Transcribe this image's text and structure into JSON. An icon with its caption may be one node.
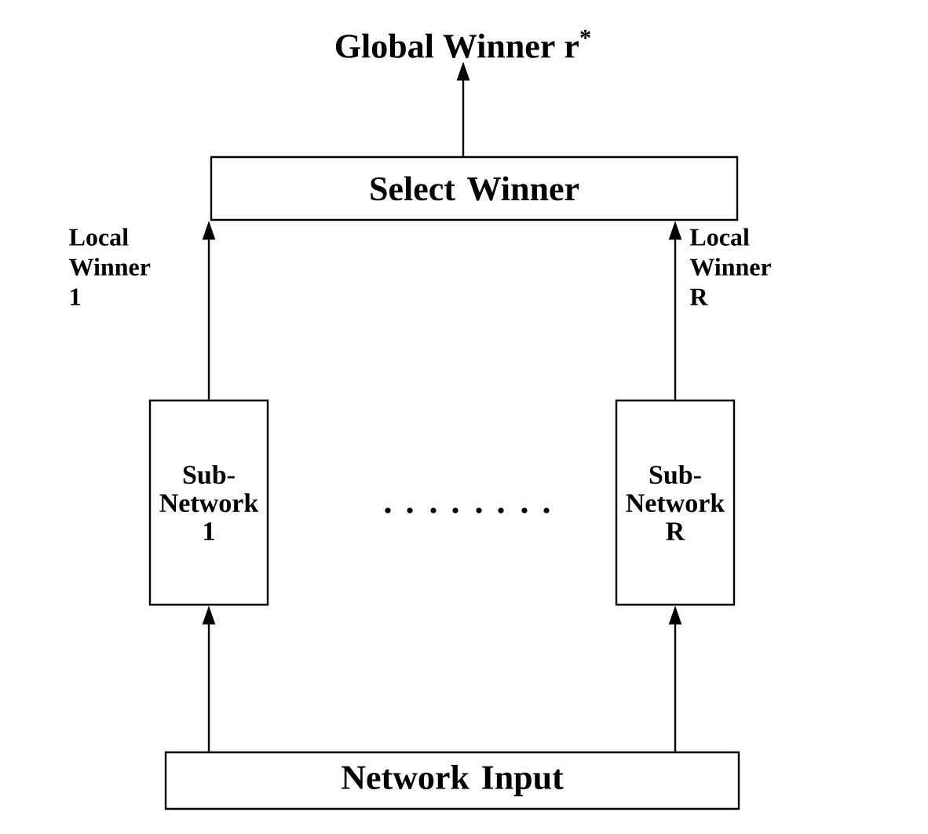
{
  "diagram": {
    "nodes": [
      {
        "text": [
          "Global Winner r$^{*}$"
        ]
      },
      {
        "text": [
          "Select Winner"
        ]
      },
      {
        "text": [
          "Sub- Network 1"
        ]
      },
      {
        "text": [
          "Sub- Network R"
        ]
      },
      {
        "text": [
          "Network Input"
        ]
      }
    ],
    "edges": [
      {
        "from": 4,
        "to": 2,
        "arrow": "to"
      },
      {
        "from": 4,
        "to": 3,
        "arrow": "to"
      },
      {
        "from": 2,
        "to": 1,
        "arrow": "to",
        "label": "Local Winner 1"
      },
      {
        "from": 3,
        "to": 1,
        "arrow": "to",
        "label": "Local Winner R"
      },
      {
        "from": 1,
        "to": 0,
        "arrow": "to"
      }
    ]
  }
}
